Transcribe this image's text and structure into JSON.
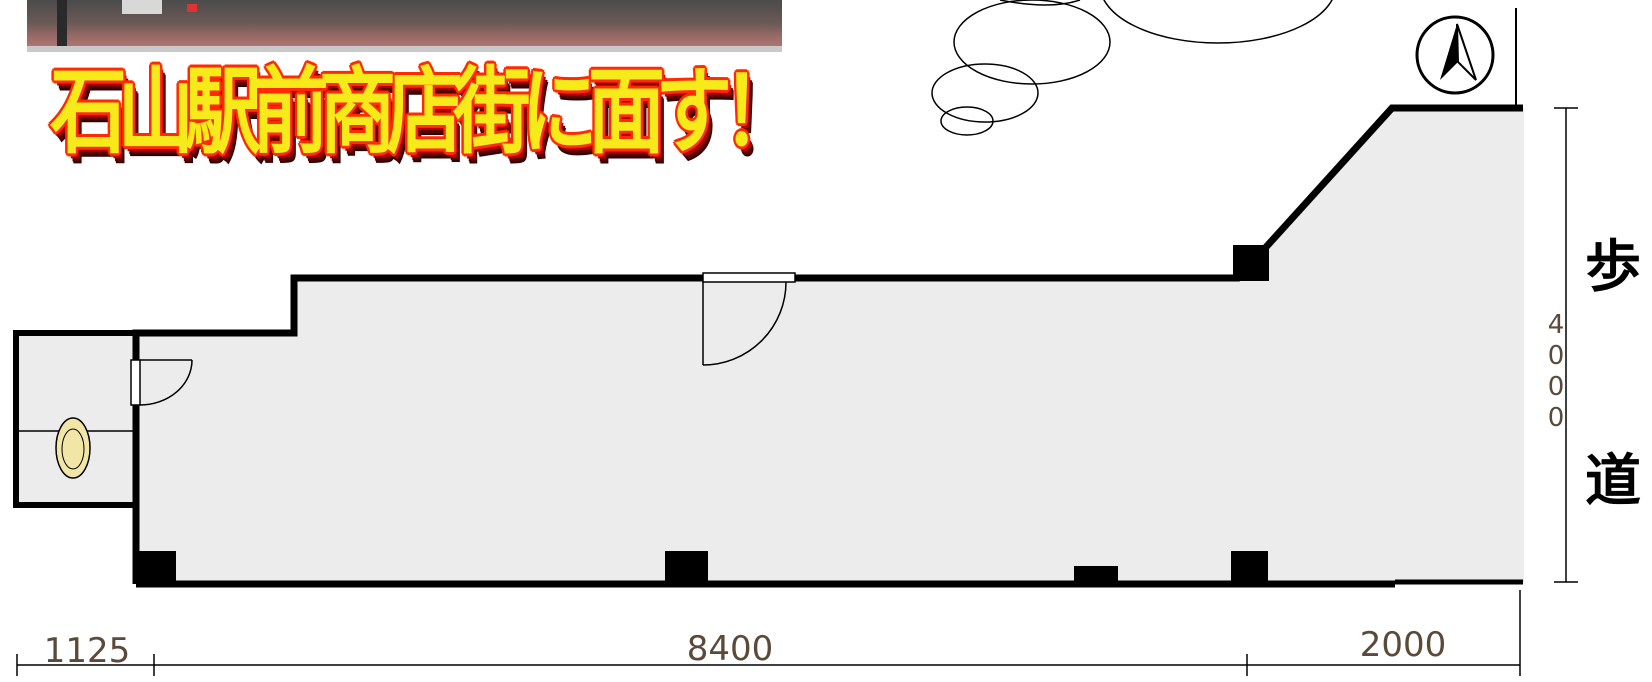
{
  "headline": "石山駅前商店街に面す！",
  "dimensions": {
    "bottom_left": "1125",
    "bottom_middle": "8400",
    "bottom_right": "2000",
    "vertical": [
      "4",
      "0",
      "0",
      "0"
    ]
  },
  "side_label": {
    "top": "歩",
    "bottom": "道"
  },
  "north_mark": "north-arrow",
  "colors": {
    "headline_fill": "#f7ea1a",
    "headline_outline": "#ff2a00",
    "floor": "#ececec",
    "wall": "#000000",
    "toilet": "#f2e6a6",
    "dimension_text": "#5b4a3a"
  }
}
